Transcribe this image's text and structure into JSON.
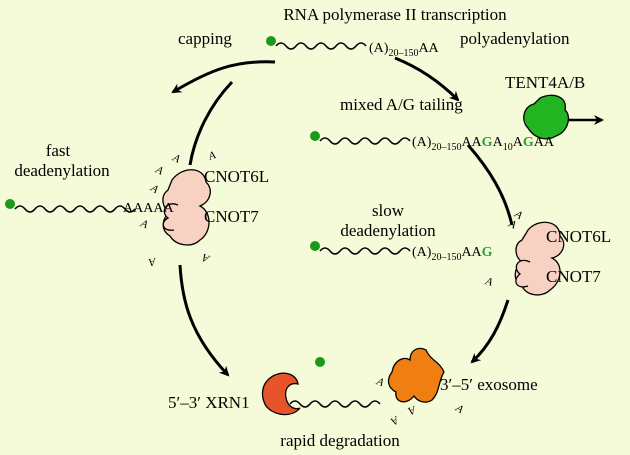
{
  "labels": {
    "transcription": "RNA polymerase II transcription",
    "capping": "capping",
    "polyadenylation": "polyadenylation",
    "tent4": "TENT4A/B",
    "mixed_tailing": "mixed A/G tailing",
    "fast_1": "fast",
    "fast_2": "deadenylation",
    "slow_1": "slow",
    "slow_2": "deadenylation",
    "cnot6l": "CNOT6L",
    "cnot7": "CNOT7",
    "xrn1": "5′–3′ XRN1",
    "exosome": "3′–5′ exosome",
    "rapid": "rapid degradation"
  },
  "sequences": {
    "top_open": "(A)",
    "top_sub": "20–150",
    "top_tail": "AA",
    "mixed_open": "(A)",
    "mixed_sub": "20–150",
    "mixed_aa": "AA",
    "mixed_g1": "G",
    "mixed_a": "A",
    "mixed_sub10": "10",
    "mixed_a2": "A",
    "mixed_g2": "G",
    "mixed_end": "AA",
    "slow_open": "(A)",
    "slow_sub": "20–150",
    "slow_aa": "AA",
    "slow_g": "G",
    "fast_tail": "AAAAA",
    "free_a": "A"
  },
  "colors": {
    "background": "#f5fbd9",
    "cap": "#1a9a1a",
    "ccr4_not": "#f7d2c2",
    "xrn1": "#e8542a",
    "exosome": "#f07f12",
    "tent4": "#22b522",
    "g_highlight": "#2ca02c"
  }
}
